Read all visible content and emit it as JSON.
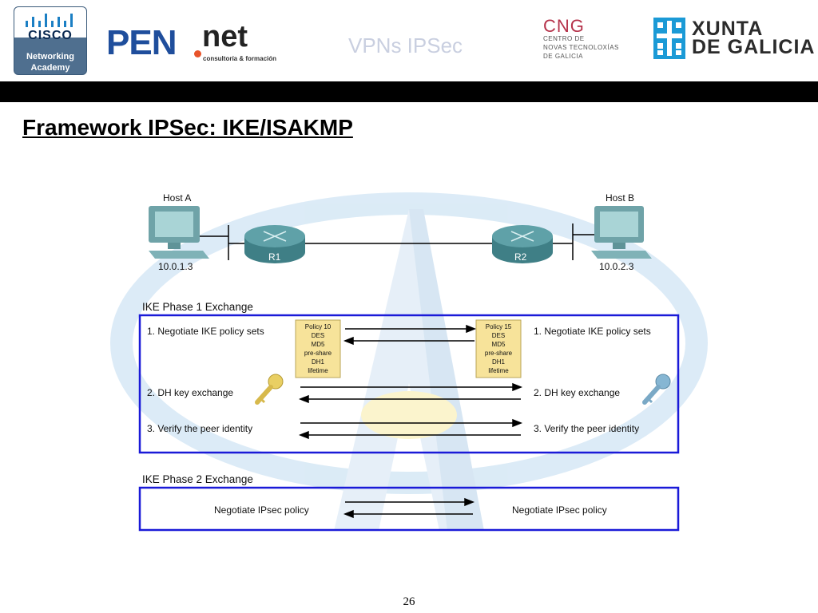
{
  "header": {
    "cisco": {
      "word": "CISCO",
      "line1": "Networking",
      "line2": "Academy"
    },
    "pen": {
      "main": "PEN",
      "net": "net",
      "tagline": "consultoría & formación"
    },
    "center_title": "VPNs IPSec",
    "cntg": {
      "mark": "CNG",
      "line1": "CENTRO DE",
      "line2": "NOVAS TECNOLOXÍAS",
      "line3": "DE GALICIA"
    },
    "xunta": {
      "line1": "XUNTA",
      "line2": "DE GALICIA"
    }
  },
  "title": "Framework IPSec: IKE/ISAKMP",
  "page_number": "26",
  "diagram": {
    "host_a": {
      "label": "Host A",
      "ip": "10.0.1.3"
    },
    "host_b": {
      "label": "Host B",
      "ip": "10.0.2.3"
    },
    "router_1": "R1",
    "router_2": "R2",
    "phase1": {
      "title": "IKE Phase 1 Exchange",
      "step1": "1. Negotiate IKE policy sets",
      "step2": "2. DH key exchange",
      "step3": "3. Verify the peer identity",
      "policy_left": [
        "Policy 10",
        "DES",
        "MD5",
        "pre-share",
        "DH1",
        "lifetime"
      ],
      "policy_right": [
        "Policy 15",
        "DES",
        "MD5",
        "pre-share",
        "DH1",
        "lifetime"
      ]
    },
    "phase2": {
      "title": "IKE Phase 2 Exchange",
      "left": "Negotiate IPsec policy",
      "right": "Negotiate IPsec policy"
    }
  },
  "colors": {
    "box_border": "#1a1ad8",
    "policy_fill": "#f7e39a",
    "router": "#4b8f96",
    "watermark": "#d6e8f5"
  }
}
